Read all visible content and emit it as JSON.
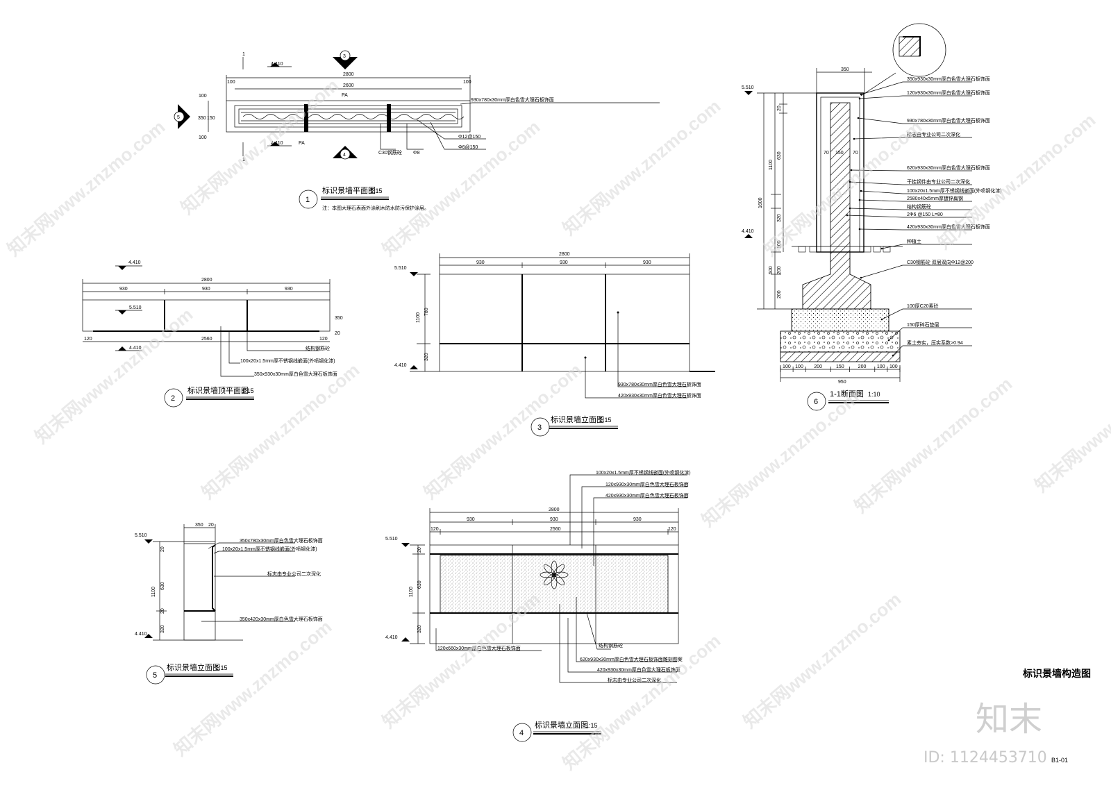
{
  "drawing_title": "标识景墙构造图",
  "sheet_number": "B1-01",
  "watermark": {
    "site": "知末网www.znzmo.com",
    "logo": "知末",
    "id": "ID: 1124453710"
  },
  "views": {
    "plan": {
      "num": "1",
      "title": "标识景墙平面图",
      "scale": "1:15",
      "note": "注：本图大理石表面外涂刷木防水防污保护涂层。",
      "labels": {
        "overall": "2800",
        "inner": "2600",
        "pa": "PA",
        "edge": "100",
        "w350": "350",
        "w150": "150",
        "elev": "4.410",
        "c1": "930x780x30mm厚白色雪大理石板饰面",
        "c2": "C30钢筋砼",
        "c3": "Φ8",
        "c4": "Φ12@150",
        "c5": "Φ6@150",
        "sec": "1",
        "m3": "3",
        "m4": "4",
        "m5": "5"
      }
    },
    "top_plan": {
      "num": "2",
      "title": "标识景墙顶平面图",
      "scale": "1:15",
      "labels": {
        "elev_top": "5.510",
        "elev_bot": "4.410",
        "overall": "2800",
        "seg": "930",
        "inner": "2560",
        "side": "120",
        "w350": "350",
        "w20": "20",
        "c1": "结构钢筋砼",
        "c2": "100x20x1.5mm厚不锈钢线嵌面(外喷钢化漆)",
        "c3": "350x930x30mm厚白色雪大理石板饰面"
      }
    },
    "elev3": {
      "num": "3",
      "title": "标识景墙立面图",
      "scale": "1:15",
      "labels": {
        "elev_top": "5.510",
        "elev_bot": "4.410",
        "overall": "2800",
        "seg": "930",
        "h1100": "1100",
        "h780": "780",
        "h320": "320",
        "c1": "930x780x30mm厚白色雪大理石板饰面",
        "c2": "420x930x30mm厚白色雪大理石板饰面"
      }
    },
    "elev4": {
      "num": "4",
      "title": "标识景墙立面图",
      "scale": "1:15",
      "labels": {
        "elev_top": "5.510",
        "elev_bot": "4.410",
        "overall": "2800",
        "seg": "930",
        "inner": "2560",
        "side": "120",
        "h1100": "1100",
        "h20": "20",
        "h630": "630",
        "h320": "320",
        "c1": "100x20x1.5mm厚不锈钢线嵌面(外喷钢化漆)",
        "c2": "120x930x30mm厚白色雪大理石板饰面",
        "c3": "420x930x30mm厚白色雪大理石板饰面",
        "c4": "结构钢筋砼",
        "c5": "620x930x30mm厚白色雪大理石板饰面雕刻图案",
        "c6": "420x930x30mm厚白色雪大理石板饰面",
        "c7": "标志由专业公司二次深化",
        "c8": "120x660x30mm厚白色雪大理石板饰面"
      }
    },
    "elev5": {
      "num": "5",
      "title": "标识景墙立面图",
      "scale": "1:15",
      "labels": {
        "elev_top": "5.510",
        "elev_bot": "4.410",
        "w350": "350",
        "w20": "20",
        "h1100": "1100",
        "h630": "630",
        "h320": "320",
        "h20": "20",
        "c1": "350x780x30mm厚白色雪大理石板饰面",
        "c2": "100x20x1.5mm厚不锈钢线嵌面(外喷钢化漆)",
        "c3": "标志由专业公司二次深化",
        "c4": "350x420x30mm厚白色雪大理石板饰面"
      }
    },
    "section": {
      "num": "6",
      "title": "1-1断面图",
      "scale": "1:10",
      "labels": {
        "elev_top": "5.510",
        "elev_bot": "4.410",
        "w350": "350",
        "w950": "950",
        "h1100": "1100",
        "h1600": "1600",
        "h500": "500",
        "h200": "200",
        "h100": "100",
        "h630": "630",
        "h320": "320",
        "h20": "20",
        "h70": "70",
        "h150": "150",
        "bottom": [
          "100",
          "100",
          "200",
          "150",
          "200",
          "100",
          "100"
        ],
        "callouts": [
          "350x930x30mm厚白色雪大理石板饰面",
          "120x930x30mm厚白色雪大理石板饰面",
          "930x780x30mm厚白色雪大理石板饰面",
          "标志由专业公司二次深化",
          "620x930x30mm厚白色雪大理石板饰面",
          "干挂钢件由专业公司二次深化",
          "100x20x1.5mm厚不锈钢线嵌面(外喷钢化漆)",
          "2580x40x5mm厚镀锌扁钢",
          "结构钢筋砼",
          "2Φ6 @150 L=80",
          "420x930x30mm厚白色雪大理石板饰面",
          "种植土",
          "C30钢筋砼  双层双向Φ12@200",
          "100厚C20素砼",
          "150厚碎石垫层",
          "素土夯实，压实系数>0.94"
        ]
      }
    }
  }
}
